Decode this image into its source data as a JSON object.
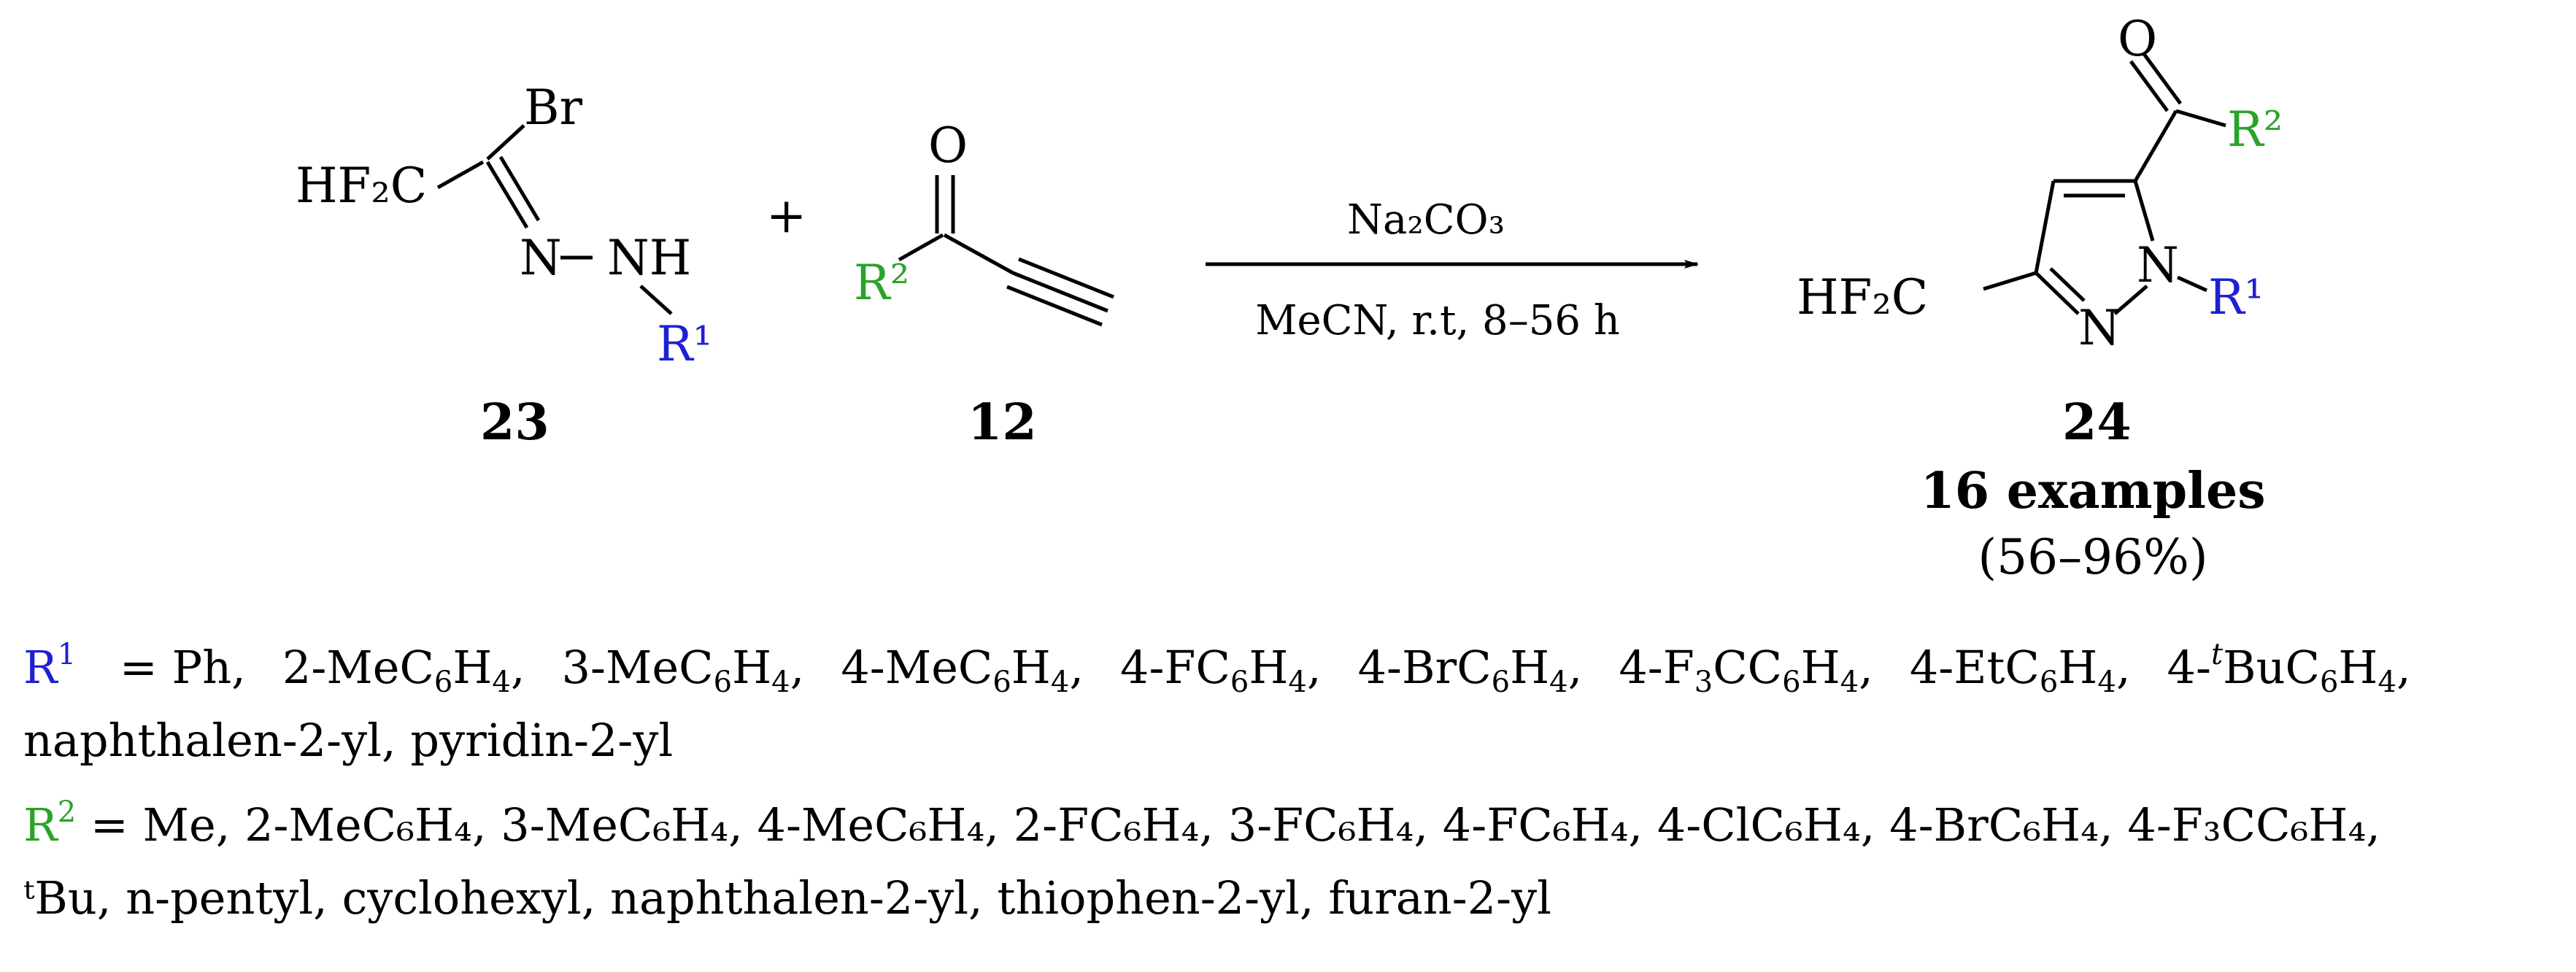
{
  "colors": {
    "r1": "#1f1fd6",
    "r2": "#2aa32a",
    "ink": "#000000"
  },
  "compound_23": {
    "number": "23",
    "hf2c": "HF₂C",
    "br": "Br",
    "n": "N",
    "nh": "NH",
    "r1": "R¹"
  },
  "plus": "+",
  "compound_12": {
    "number": "12",
    "o": "O",
    "r2": "R²"
  },
  "conditions": {
    "reagent": "Na₂CO₃",
    "solvent_time": "MeCN, r.t, 8–56 h"
  },
  "compound_24": {
    "number": "24",
    "examples": "16 examples",
    "yield": "(56–96%)",
    "o": "O",
    "r2": "R²",
    "hf2c": "HF₂C",
    "n1": "N",
    "n2": "N",
    "r1": "R¹"
  },
  "legend": {
    "r1_label": "R",
    "r1_sup": "1",
    "r1_line1": [
      "= Ph,",
      "2-MeC<sub>6</sub>H<sub>4</sub>,",
      "3-MeC<sub>6</sub>H<sub>4</sub>,",
      "4-MeC<sub>6</sub>H<sub>4</sub>,",
      "4-FC<sub>6</sub>H<sub>4</sub>,",
      "4-BrC<sub>6</sub>H<sub>4</sub>,",
      "4-F<sub>3</sub>CC<sub>6</sub>H<sub>4</sub>,",
      "4-EtC<sub>6</sub>H<sub>4</sub>,",
      "4-<sup><i>t</i></sup>BuC<sub>6</sub>H<sub>4</sub>,"
    ],
    "r1_line2": "naphthalen-2-yl, pyridin-2-yl",
    "r2_label": "R",
    "r2_sup": "2",
    "r2_line1": "= Me, 2-MeC₆H₄, 3-MeC₆H₄, 4-MeC₆H₄, 2-FC₆H₄, 3-FC₆H₄, 4-FC₆H₄, 4-ClC₆H₄, 4-BrC₆H₄, 4-F₃CC₆H₄,",
    "r2_line2": "ᵗBu, n-pentyl, cyclohexyl, naphthalen-2-yl, thiophen-2-yl, furan-2-yl"
  }
}
